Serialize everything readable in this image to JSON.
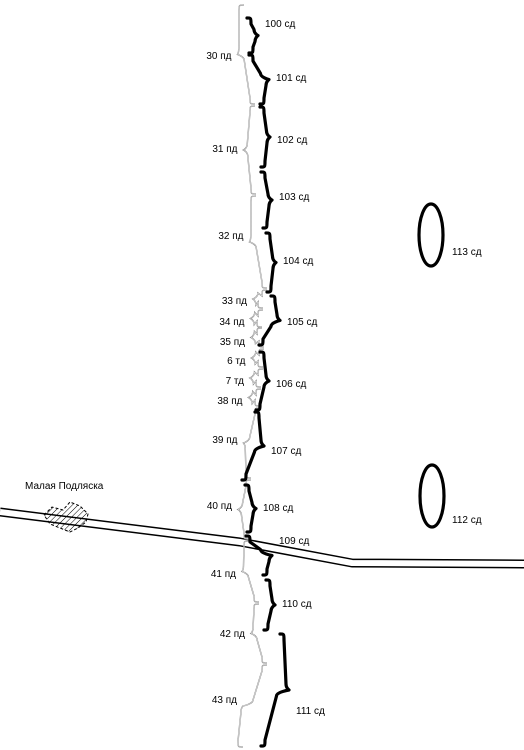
{
  "map": {
    "place": {
      "name": "Малая Подляска"
    },
    "first_line_units": [
      "30 пд",
      "31 пд",
      "32 пд",
      "33 пд",
      "34 пд",
      "35 пд",
      "6 тд",
      "7 тд",
      "38 пд",
      "39 пд",
      "40 пд",
      "41 пд",
      "42 пд",
      "43 пд"
    ],
    "second_line_units": [
      "100 сд",
      "101 сд",
      "102 сд",
      "103 сд",
      "104 сд",
      "105 сд",
      "106 сд",
      "107 сд",
      "108 сд",
      "109 сд",
      "110 сд",
      "111 сд"
    ],
    "reserve_units": [
      "113 сд",
      "112 сд"
    ],
    "colors": {
      "line": "#000000",
      "thin_brace": "#888888",
      "background": "#ffffff"
    }
  }
}
